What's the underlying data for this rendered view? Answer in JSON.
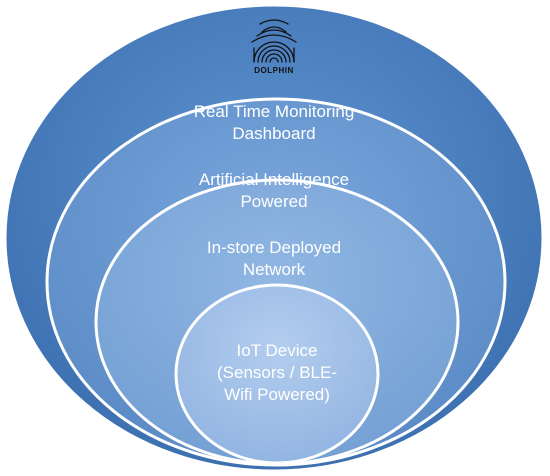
{
  "logo": {
    "text": "DOLPHIN",
    "icon": "fingerprint-icon"
  },
  "layers": [
    {
      "id": "dashboard",
      "lines": [
        "Real Time Monitoring",
        "Dashboard"
      ],
      "color": "#4e82c0"
    },
    {
      "id": "ai",
      "lines": [
        "Artificial Intelligence",
        "Powered"
      ],
      "color": "#6b98cf"
    },
    {
      "id": "network",
      "lines": [
        "In-store Deployed",
        "Network"
      ],
      "color": "#84abda"
    },
    {
      "id": "iot",
      "lines": [
        "IoT Device",
        "(Sensors / BLE-",
        "Wifi Powered)"
      ],
      "color": "#a8c4e8"
    }
  ]
}
